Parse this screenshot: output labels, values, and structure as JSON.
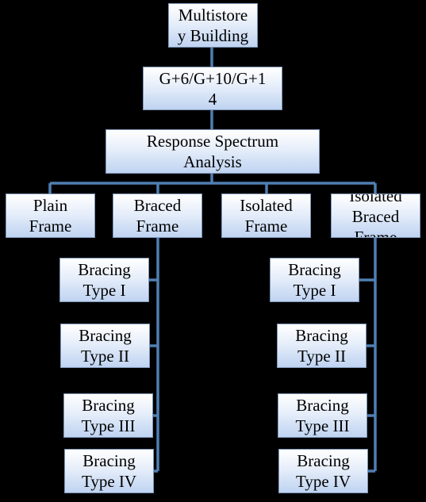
{
  "diagram": {
    "colors": {
      "background": "#000000",
      "connector": "#4f7fb3",
      "box_border": "#7f97b6"
    },
    "root": {
      "lines": [
        "Multistore",
        "y Building"
      ]
    },
    "storeys": {
      "lines": [
        "G+6/G+10/G+1",
        "4"
      ]
    },
    "analysis": {
      "lines": [
        "Response Spectrum",
        "Analysis"
      ]
    },
    "frames": [
      {
        "lines": [
          "Plain",
          "Frame"
        ]
      },
      {
        "lines": [
          "Braced",
          "Frame"
        ]
      },
      {
        "lines": [
          "Isolated",
          "Frame"
        ]
      },
      {
        "lines": [
          "Isolated",
          "Braced",
          "Frame"
        ]
      }
    ],
    "braced_types": [
      {
        "lines": [
          "Bracing",
          "Type I"
        ]
      },
      {
        "lines": [
          "Bracing",
          "Type II"
        ]
      },
      {
        "lines": [
          "Bracing",
          "Type III"
        ]
      },
      {
        "lines": [
          "Bracing",
          "Type IV"
        ]
      }
    ],
    "isolated_braced_types": [
      {
        "lines": [
          "Bracing",
          "Type I"
        ]
      },
      {
        "lines": [
          "Bracing",
          "Type II"
        ]
      },
      {
        "lines": [
          "Bracing",
          "Type III"
        ]
      },
      {
        "lines": [
          "Bracing",
          "Type IV"
        ]
      }
    ]
  }
}
